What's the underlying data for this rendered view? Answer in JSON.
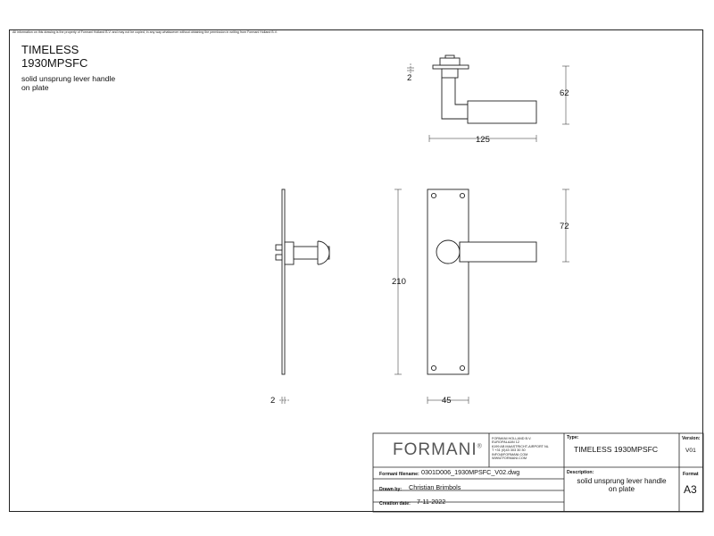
{
  "disclaimer": "All information on this drawing is the property of Formani Holland B.V. and may not be copied, in any way whatsoever without obtaining the permission in writing from Formani Holland B.V.",
  "header": {
    "title_line1": "TIMELESS",
    "title_line2": "1930MPSFC",
    "desc_line1": "solid unsprung lever handle",
    "desc_line2": "on plate"
  },
  "dimensions": {
    "top_thickness": "2",
    "top_height": "62",
    "top_length": "125",
    "front_height_plate": "210",
    "front_lever_height": "72",
    "front_width": "45",
    "side_thickness": "2"
  },
  "title_block": {
    "logo": "FORMANI",
    "logo_mark": "®",
    "address": [
      "FORMANI HOLLAND B.V.",
      "EUROPALAAN 12",
      "6199 AB MAASTRICHT-AIRPORT NL",
      "T +31 (0)43 303 30 30",
      "INFO@FORMANI.COM",
      "WWW.FORMANI.COM"
    ],
    "type_label": "Type:",
    "type_value": "TIMELESS 1930MPSFC",
    "version_label": "Version:",
    "version_value": "V01",
    "description_label": "Description:",
    "description_line1": "solid unsprung lever handle",
    "description_line2": "on plate",
    "format_label": "Format",
    "format_value": "A3",
    "filename_label": "Formani filename:",
    "filename_value": "0301D006_1930MPSFC_V02.dwg",
    "drawn_label": "Drawn by:",
    "drawn_value": "Christian Brimbols",
    "creation_label": "Creation date:",
    "creation_value": "7-11-2022"
  }
}
